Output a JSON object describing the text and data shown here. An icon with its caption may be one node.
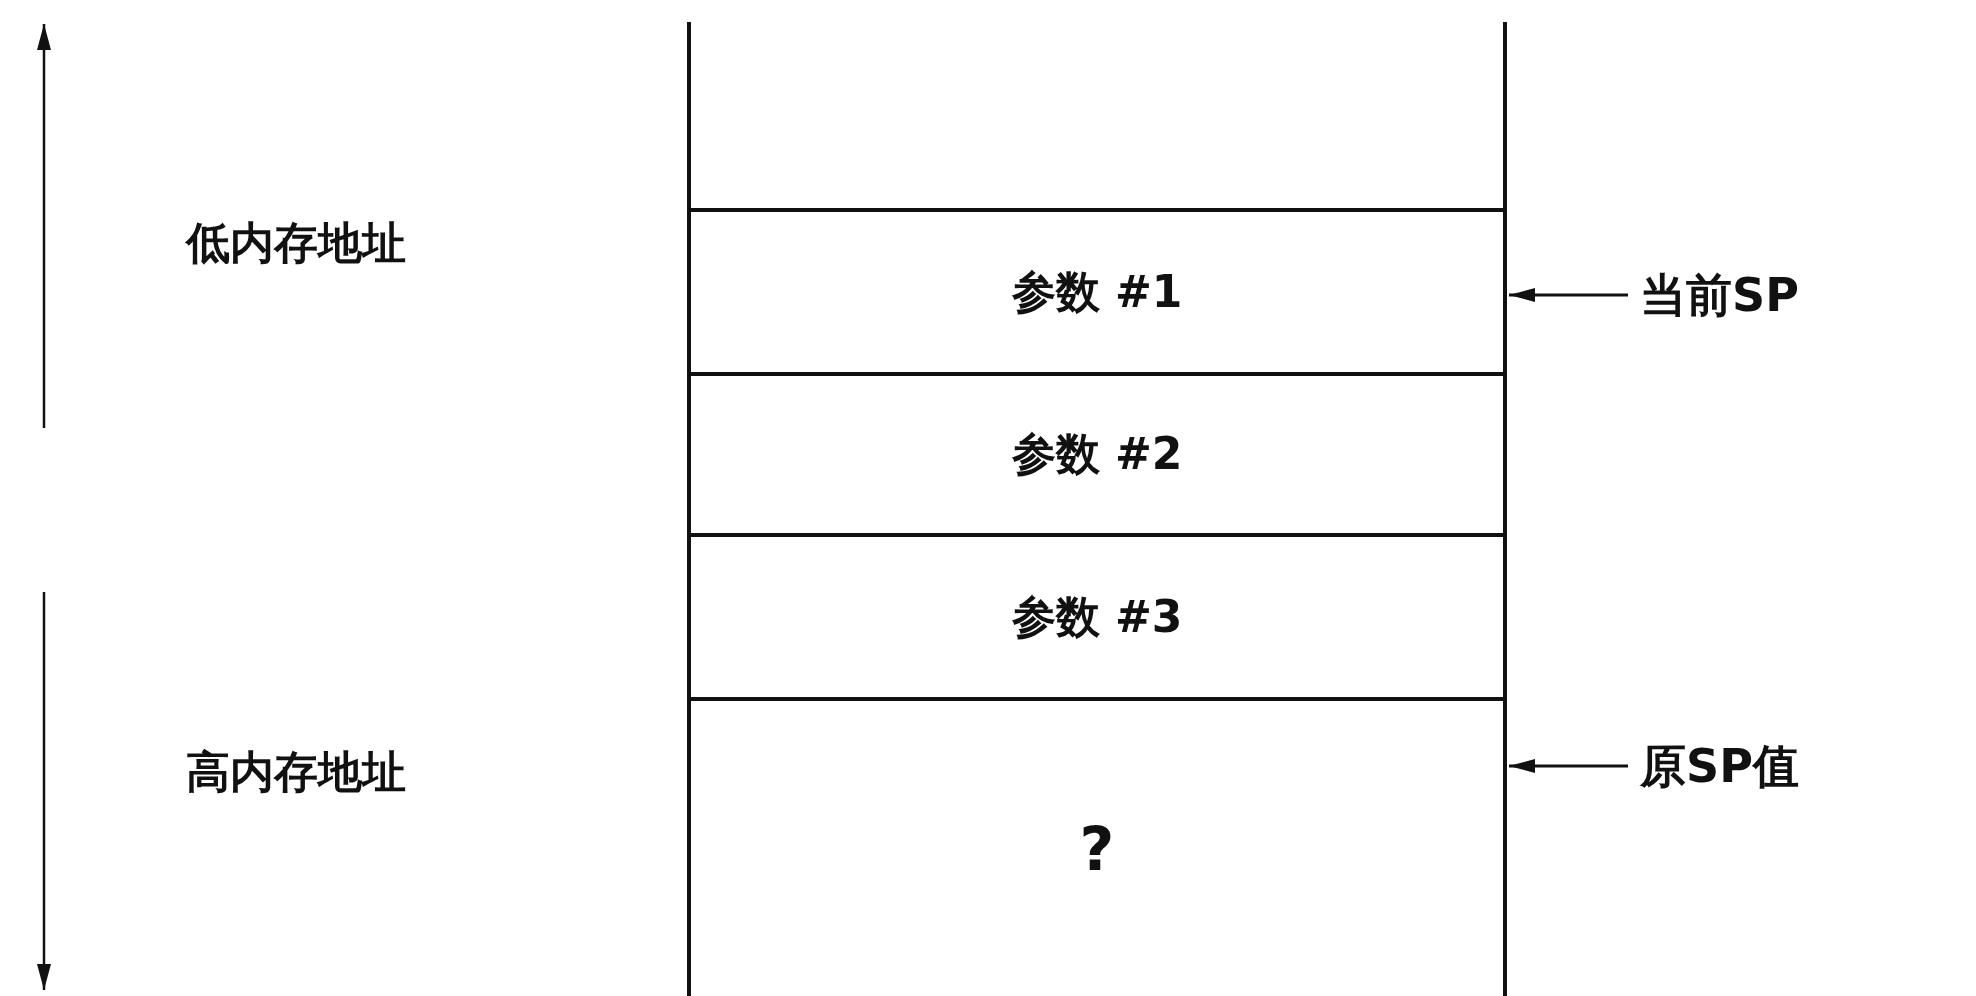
{
  "diagram": {
    "nodes": [
      {
        "text": [],
        "shape": "box"
      },
      {
        "text": [
          "参数 #1"
        ]
      },
      {
        "text": [
          "参数 #2"
        ]
      },
      {
        "text": [
          "参数 #3"
        ]
      },
      {
        "text": [
          "?"
        ]
      },
      {
        "text": [
          "当前SP"
        ]
      },
      {
        "text": [
          "原SP值"
        ]
      }
    ],
    "edges": [
      {
        "from": 5,
        "to": 1,
        "arrow": "to"
      },
      {
        "from": 6,
        "to": 4,
        "arrow": "to"
      }
    ],
    "labels": [
      "低内存地址",
      "高内存地址"
    ]
  }
}
